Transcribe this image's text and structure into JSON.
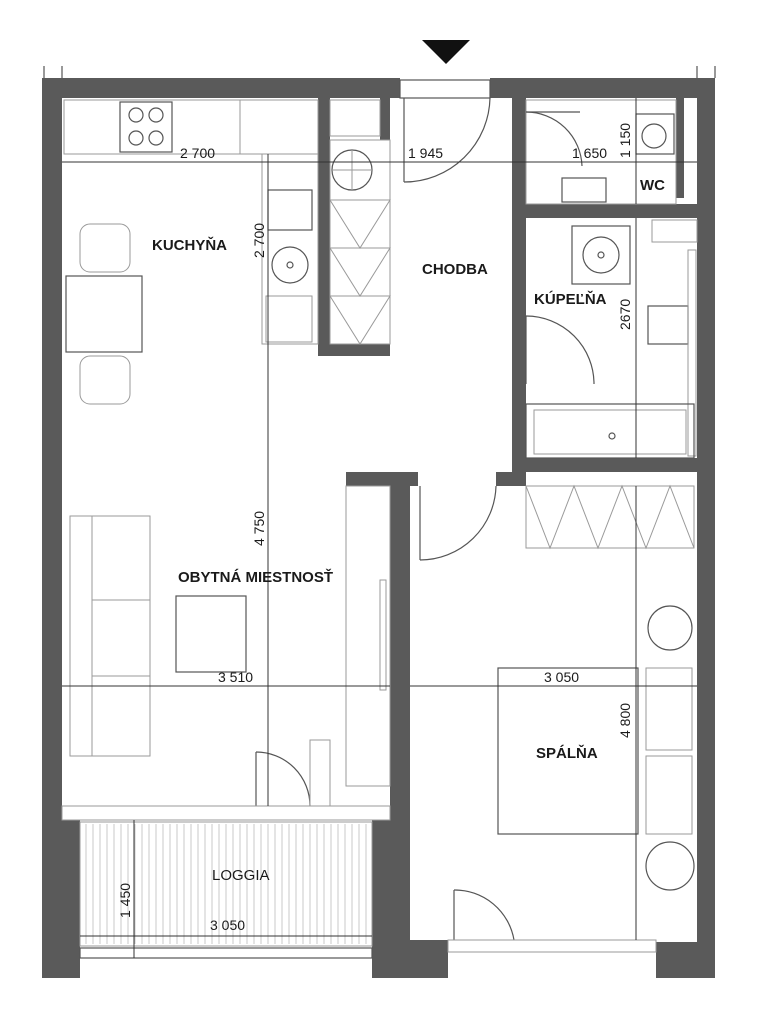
{
  "rooms": {
    "kitchen": "KUCHYŇA",
    "hallway": "CHODBA",
    "bathroom": "KÚPEĽŇA",
    "wc": "WC",
    "living": "OBYTNÁ MIESTNOSŤ",
    "bedroom": "SPÁLŇA",
    "loggia": "LOGGIA"
  },
  "dimensions": {
    "kitchen_width": "2 700",
    "hall_width": "1 945",
    "wc_width": "1 650",
    "wc_height": "1 150",
    "kitchen_height": "2 700",
    "bath_height": "2670",
    "living_height": "4 750",
    "living_width": "3 510",
    "bedroom_width": "3 050",
    "bedroom_height": "4 800",
    "loggia_height": "1 450",
    "loggia_width": "3 050"
  },
  "colors": {
    "wall": "#5a5a5a",
    "line": "#333333"
  },
  "icons": {
    "entrance": "entrance-arrow-icon"
  }
}
